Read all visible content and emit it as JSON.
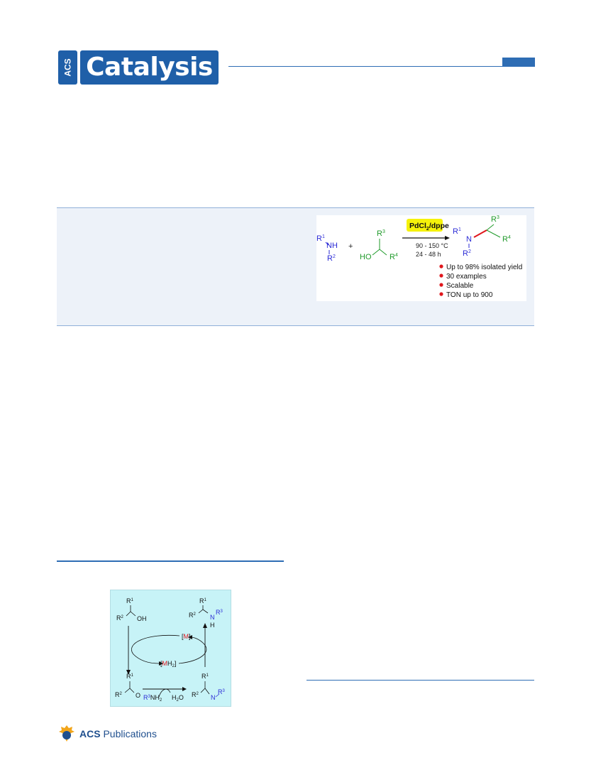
{
  "header": {
    "logo_acs": "ACS",
    "logo_journal": "Catalysis"
  },
  "toc": {
    "amine": {
      "r1": "R",
      "r1_sup": "1",
      "nh": "NH",
      "r2": "R",
      "r2_sup": "2"
    },
    "plus": "+",
    "alcohol": {
      "r3": "R",
      "r3_sup": "3",
      "ho": "HO",
      "r4": "R",
      "r4_sup": "4"
    },
    "catalyst": "PdCl",
    "catalyst_sub": "2",
    "catalyst_suffix": "/dppe",
    "temperature": "90 - 150 °C",
    "time": "24 - 48 h",
    "product": {
      "r1": "R",
      "r1_sup": "1",
      "n": "N",
      "r2": "R",
      "r2_sup": "2",
      "r3": "R",
      "r3_sup": "3",
      "r4": "R",
      "r4_sup": "4"
    },
    "bullets": [
      "Up to 98% isolated yield",
      "30 examples",
      "Scalable",
      "TON up to 900"
    ]
  },
  "scheme": {
    "alcohol": {
      "r1": "R",
      "r1_sup": "1",
      "r2": "R",
      "r2_sup": "2",
      "oh": "OH"
    },
    "amine": {
      "r1": "R",
      "r1_sup": "1",
      "r2": "R",
      "r2_sup": "2",
      "n": "N",
      "h": "H",
      "r3": "R",
      "r3_sup": "3"
    },
    "metal": {
      "open": "[",
      "m": "M",
      "close": "]"
    },
    "metal_hydride": {
      "open": "[",
      "m": "M",
      "h": "H",
      "sub": "2",
      "close": "]"
    },
    "ketone": {
      "r1": "R",
      "r1_sup": "1",
      "r2": "R",
      "r2_sup": "2",
      "o": "O"
    },
    "reagent": {
      "r3": "R",
      "r3_sup": "3",
      "nh": "NH",
      "sub": "2"
    },
    "byproduct": {
      "h": "H",
      "sub": "2",
      "o": "O"
    },
    "imine": {
      "r1": "R",
      "r1_sup": "1",
      "r2": "R",
      "r2_sup": "2",
      "n": "N",
      "r3": "R",
      "r3_sup": "3"
    }
  },
  "footer": {
    "brand_bold": "ACS",
    "brand_rest": " Publications"
  },
  "colors": {
    "brand_blue": "#1f5fa8",
    "rule_blue": "#2e6db4",
    "amine_blue": "#2b2bd6",
    "alcohol_green": "#1f9a2a",
    "bond_red": "#e0161c",
    "catalyst_yellow": "#f5f20a",
    "scheme_bg": "#c7f3f7"
  }
}
